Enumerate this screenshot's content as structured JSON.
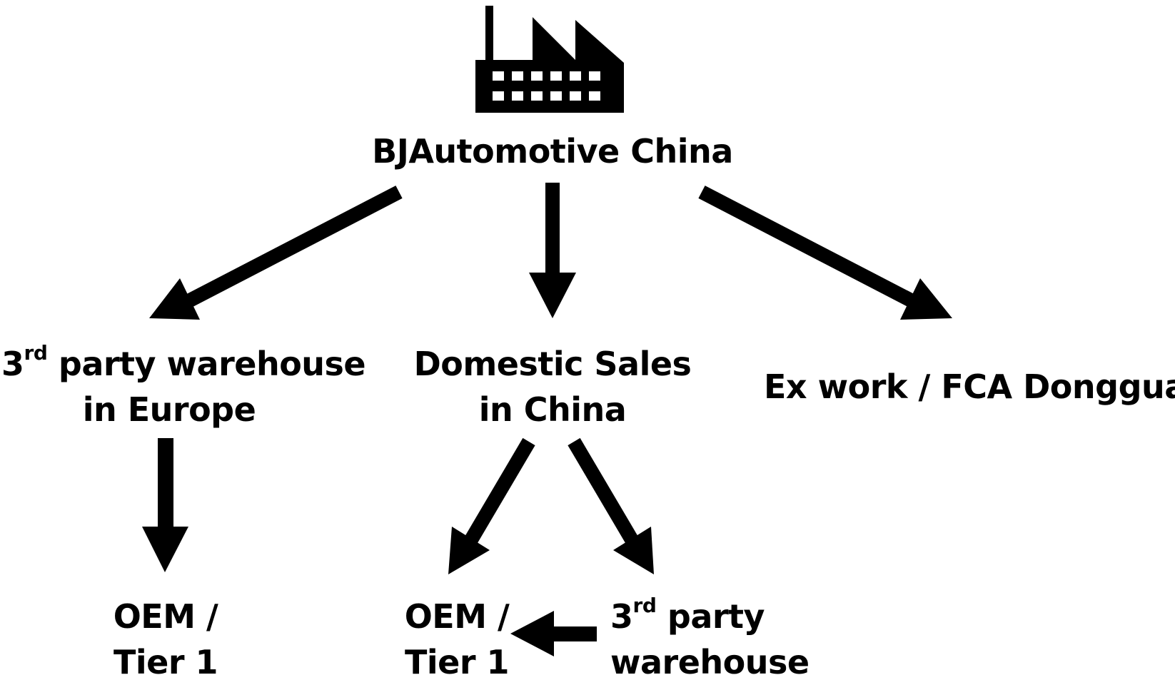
{
  "colors": {
    "ink": "#000000",
    "background": "#ffffff"
  },
  "icons": {
    "source": "factory-icon"
  },
  "nodes": {
    "source": {
      "label": "BJAutomotive China"
    },
    "europe_warehouse": {
      "line1_num": "3",
      "line1_sup": "rd",
      "line1_rest": " party warehouse",
      "line2": "in Europe"
    },
    "domestic_sales": {
      "line1": "Domestic Sales",
      "line2": "in China"
    },
    "ex_work": {
      "label": "Ex work / FCA Dongguan"
    },
    "oem_europe": {
      "line1": "OEM /",
      "line2": "Tier 1"
    },
    "oem_china": {
      "line1": "OEM /",
      "line2": "Tier 1"
    },
    "china_warehouse": {
      "line1_num": "3",
      "line1_sup": "rd",
      "line1_rest": " party",
      "line2": "warehouse"
    }
  }
}
